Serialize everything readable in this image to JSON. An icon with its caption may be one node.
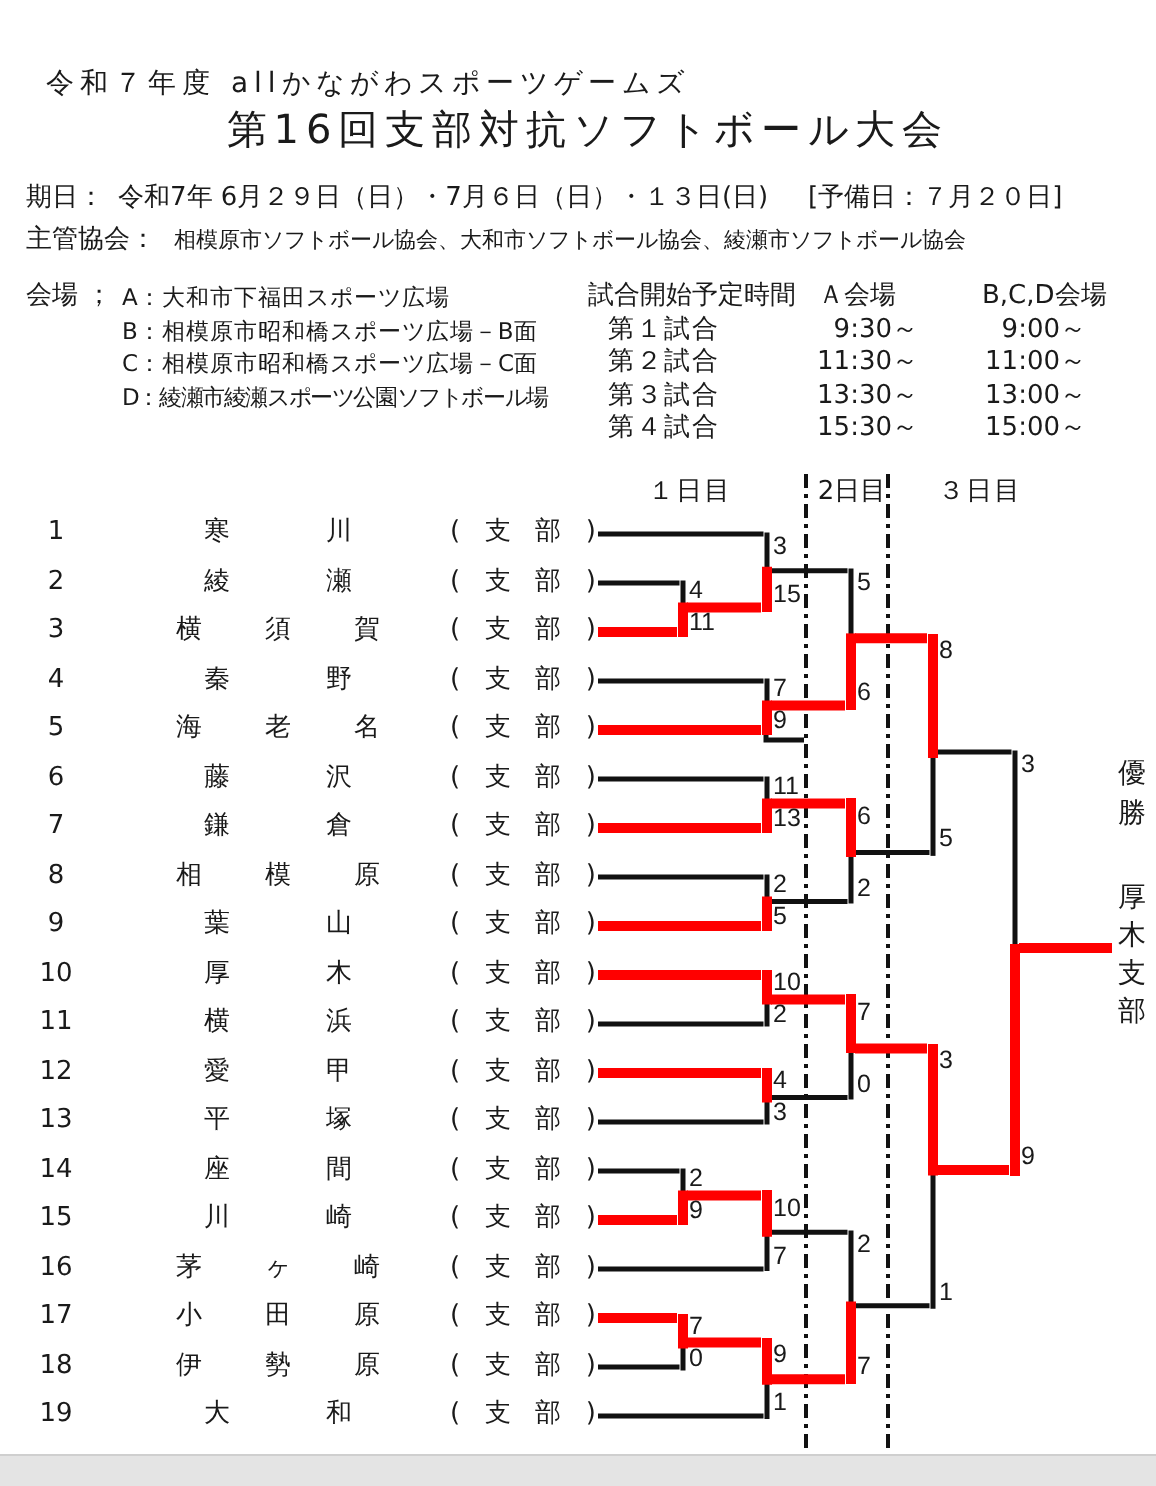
{
  "diagram": {
    "title": "第16回支部対抗ソフトボール大会",
    "nodes": [
      {
        "text": [
          "1",
          "寒川",
          "(支部)"
        ]
      },
      {
        "text": [
          "2",
          "綾瀬",
          "(支部)"
        ]
      },
      {
        "text": [
          "3",
          "横須賀",
          "(支部)"
        ]
      },
      {
        "text": [
          "4",
          "秦野",
          "(支部)"
        ]
      },
      {
        "text": [
          "5",
          "海老名",
          "(支部)"
        ]
      },
      {
        "text": [
          "6",
          "藤沢",
          "(支部)"
        ]
      },
      {
        "text": [
          "7",
          "鎌倉",
          "(支部)"
        ]
      },
      {
        "text": [
          "8",
          "相模原",
          "(支部)"
        ]
      },
      {
        "text": [
          "9",
          "葉山",
          "(支部)"
        ]
      },
      {
        "text": [
          "10",
          "厚木",
          "(支部)"
        ]
      },
      {
        "text": [
          "11",
          "横浜",
          "(支部)"
        ]
      },
      {
        "text": [
          "12",
          "愛甲",
          "(支部)"
        ]
      },
      {
        "text": [
          "13",
          "平塚",
          "(支部)"
        ]
      },
      {
        "text": [
          "14",
          "座間",
          "(支部)"
        ]
      },
      {
        "text": [
          "15",
          "川崎",
          "(支部)"
        ]
      },
      {
        "text": [
          "16",
          "茅ヶ崎",
          "(支部)"
        ]
      },
      {
        "text": [
          "17",
          "小田原",
          "(支部)"
        ]
      },
      {
        "text": [
          "18",
          "伊勢原",
          "(支部)"
        ]
      },
      {
        "text": [
          "19",
          "大和",
          "(支部)"
        ]
      },
      {
        "text": [],
        "shape": "line"
      },
      {
        "text": [],
        "shape": "line"
      },
      {
        "text": [],
        "shape": "line"
      },
      {
        "text": [],
        "shape": "line"
      },
      {
        "text": [],
        "shape": "line"
      },
      {
        "text": [],
        "shape": "line"
      },
      {
        "text": [],
        "shape": "line"
      },
      {
        "text": [],
        "shape": "line"
      },
      {
        "text": [],
        "shape": "line"
      },
      {
        "text": [],
        "shape": "line"
      },
      {
        "text": [],
        "shape": "line"
      },
      {
        "text": [],
        "shape": "line"
      },
      {
        "text": [],
        "shape": "line"
      },
      {
        "text": [],
        "shape": "line"
      },
      {
        "text": [],
        "shape": "line"
      },
      {
        "text": [],
        "shape": "line"
      },
      {
        "text": [],
        "shape": "line"
      },
      {
        "text": [],
        "shape": "line"
      },
      {
        "text": [
          "優勝",
          "厚木支部"
        ]
      }
    ],
    "edges": [
      {
        "from": 1,
        "to": 19,
        "arrow": "none",
        "label": "4",
        "color": "#111111"
      },
      {
        "from": 2,
        "to": 19,
        "arrow": "none",
        "label": "11"
      },
      {
        "from": 13,
        "to": 20,
        "arrow": "none",
        "label": "2",
        "color": "#111111"
      },
      {
        "from": 14,
        "to": 20,
        "arrow": "none",
        "label": "9"
      },
      {
        "from": 16,
        "to": 21,
        "arrow": "none",
        "label": "7"
      },
      {
        "from": 17,
        "to": 21,
        "arrow": "none",
        "label": "0",
        "color": "#111111"
      },
      {
        "from": 0,
        "to": 22,
        "arrow": "none",
        "label": "3",
        "color": "#111111"
      },
      {
        "from": 19,
        "to": 22,
        "arrow": "none",
        "label": "15"
      },
      {
        "from": 3,
        "to": 23,
        "arrow": "none",
        "label": "7",
        "color": "#111111"
      },
      {
        "from": 4,
        "to": 23,
        "arrow": "none",
        "label": "9"
      },
      {
        "from": 5,
        "to": 24,
        "arrow": "none",
        "label": "11",
        "color": "#111111"
      },
      {
        "from": 6,
        "to": 24,
        "arrow": "none",
        "label": "13"
      },
      {
        "from": 7,
        "to": 25,
        "arrow": "none",
        "label": "2",
        "color": "#111111"
      },
      {
        "from": 8,
        "to": 25,
        "arrow": "none",
        "label": "5"
      },
      {
        "from": 9,
        "to": 26,
        "arrow": "none",
        "label": "10"
      },
      {
        "from": 10,
        "to": 26,
        "arrow": "none",
        "label": "2",
        "color": "#111111"
      },
      {
        "from": 11,
        "to": 27,
        "arrow": "none",
        "label": "4"
      },
      {
        "from": 12,
        "to": 27,
        "arrow": "none",
        "label": "3",
        "color": "#111111"
      },
      {
        "from": 20,
        "to": 28,
        "arrow": "none",
        "label": "10"
      },
      {
        "from": 15,
        "to": 28,
        "arrow": "none",
        "label": "7",
        "color": "#111111"
      },
      {
        "from": 21,
        "to": 29,
        "arrow": "none",
        "label": "9"
      },
      {
        "from": 18,
        "to": 29,
        "arrow": "none",
        "label": "1",
        "color": "#111111"
      },
      {
        "from": 22,
        "to": 30,
        "arrow": "none",
        "label": "5",
        "color": "#111111"
      },
      {
        "from": 23,
        "to": 30,
        "arrow": "none",
        "label": "6"
      },
      {
        "from": 24,
        "to": 31,
        "arrow": "none",
        "label": "6"
      },
      {
        "from": 25,
        "to": 31,
        "arrow": "none",
        "label": "2",
        "color": "#111111"
      },
      {
        "from": 26,
        "to": 32,
        "arrow": "none",
        "label": "7"
      },
      {
        "from": 27,
        "to": 32,
        "arrow": "none",
        "label": "0",
        "color": "#111111"
      },
      {
        "from": 28,
        "to": 33,
        "arrow": "none",
        "label": "2",
        "color": "#111111"
      },
      {
        "from": 29,
        "to": 33,
        "arrow": "none",
        "label": "7"
      },
      {
        "from": 30,
        "to": 34,
        "arrow": "none",
        "label": "8"
      },
      {
        "from": 31,
        "to": 34,
        "arrow": "none",
        "label": "5",
        "color": "#111111"
      },
      {
        "from": 32,
        "to": 35,
        "arrow": "none",
        "label": "3"
      },
      {
        "from": 33,
        "to": 35,
        "arrow": "none",
        "label": "1",
        "color": "#111111"
      },
      {
        "from": 34,
        "to": 36,
        "arrow": "none",
        "label": "3",
        "color": "#111111"
      },
      {
        "from": 35,
        "to": 36,
        "arrow": "none",
        "label": "9"
      },
      {
        "from": 36,
        "to": 37,
        "arrow": "none"
      }
    ],
    "labels": [
      "令和７年度 allかながわスポーツゲームズ",
      "期日：",
      "令和7年 6月２９日（日）・7月６日（日）・１３日(日)",
      "[予備日：７月２０日]",
      "主管協会：",
      "相模原市ソフトボール協会、大和市ソフトボール協会、綾瀬市ソフトボール協会",
      "会場 ；",
      "A：大和市下福田スポーツ広場",
      "試合開始予定時間",
      "Ａ会場",
      "B,C,D会場",
      "B：相模原市昭和橋スポーツ広場－B面",
      "第１試合",
      "9:30～",
      "9:00～",
      "C：相模原市昭和橋スポーツ広場－C面",
      "第２試合",
      "11:30～",
      "11:00～",
      "D：綾瀬市綾瀬スポーツ公園ソフトボール場",
      "第３試合",
      "13:30～",
      "13:00～",
      "第４試合",
      "15:30～",
      "15:00～",
      "１日目",
      "2日目",
      "３日目"
    ]
  }
}
